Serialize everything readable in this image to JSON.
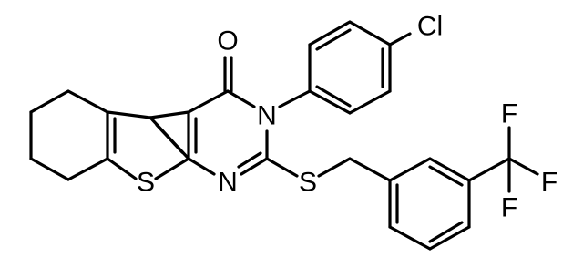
{
  "atoms": {
    "oxygen": "O",
    "chlorine": "Cl",
    "nitrogen_3": "N",
    "nitrogen_1": "N",
    "sulfur_ring": "S",
    "sulfur_thioether": "S",
    "fluorine_1": "F",
    "fluorine_2": "F",
    "fluorine_3": "F"
  }
}
